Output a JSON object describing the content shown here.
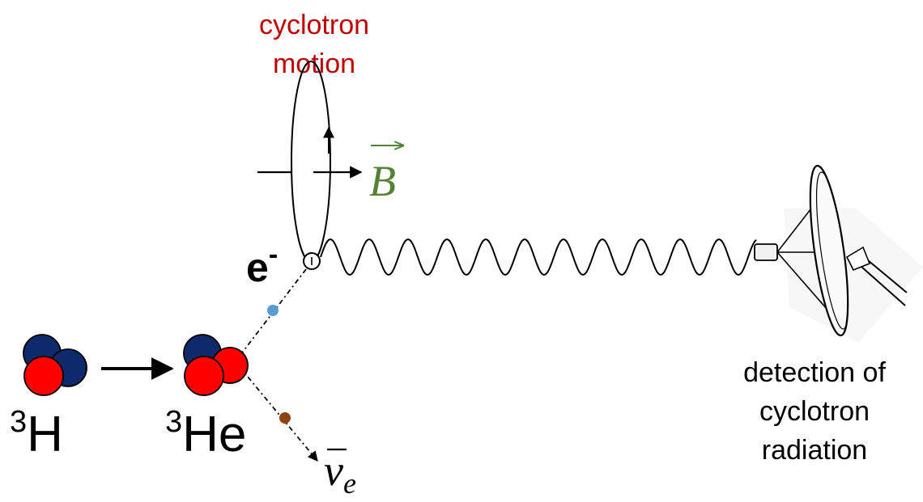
{
  "labels": {
    "cyclotron_line1": "cyclotron",
    "cyclotron_line2": "motion",
    "field_symbol": "B",
    "electron_base": "e",
    "electron_charge": "-",
    "tritium_mass": "3",
    "tritium_symbol": "H",
    "helium_mass": "3",
    "helium_symbol": "He",
    "neutrino_symbol": "ν",
    "neutrino_subscript": "e",
    "detection_line1": "detection of",
    "detection_line2": "cyclotron",
    "detection_line3": "radiation"
  },
  "colors": {
    "cyclotron_text": "#c00000",
    "field_green": "#548235",
    "proton_red": "#ff0000",
    "neutron_navy": "#0f2a6b",
    "electron_dot": "#5b9bd5",
    "neutrino_dot": "#8b4513",
    "ink": "#000000"
  }
}
